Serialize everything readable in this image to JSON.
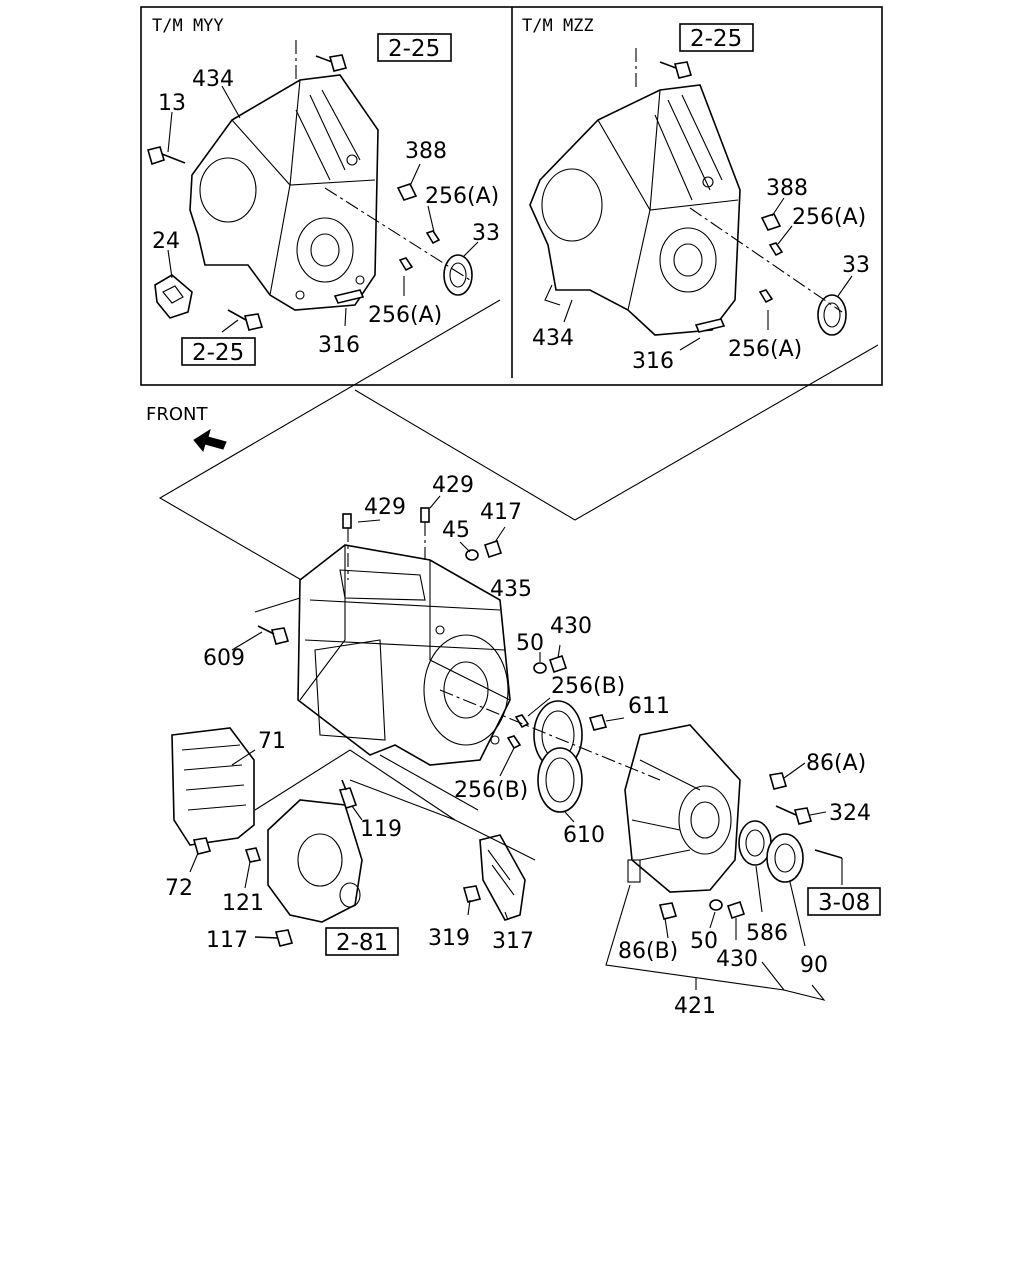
{
  "panels": {
    "left_title": "T/M MYY",
    "right_title": "T/M MZZ"
  },
  "front_label": "FRONT",
  "refs": {
    "r225a": "2-25",
    "r225b": "2-25",
    "r225c": "2-25",
    "r281": "2-81",
    "r308": "3-08"
  },
  "labels": {
    "p434a": "434",
    "p13": "13",
    "p388a": "388",
    "p256a1": "256(A)",
    "p33a": "33",
    "p24": "24",
    "p256a2": "256(A)",
    "p316a": "316",
    "p388b": "388",
    "p256a3": "256(A)",
    "p33b": "33",
    "p434b": "434",
    "p256a4": "256(A)",
    "p316b": "316",
    "p429a": "429",
    "p429b": "429",
    "p45": "45",
    "p417": "417",
    "p435": "435",
    "p609": "609",
    "p50a": "50",
    "p430a": "430",
    "p256b1": "256(B)",
    "p611": "611",
    "p71": "71",
    "p86a": "86(A)",
    "p256b2": "256(B)",
    "p324": "324",
    "p610": "610",
    "p119": "119",
    "p72": "72",
    "p121": "121",
    "p117": "117",
    "p319": "319",
    "p317": "317",
    "p86b": "86(B)",
    "p50b": "50",
    "p586": "586",
    "p430b": "430",
    "p90": "90",
    "p421": "421"
  }
}
